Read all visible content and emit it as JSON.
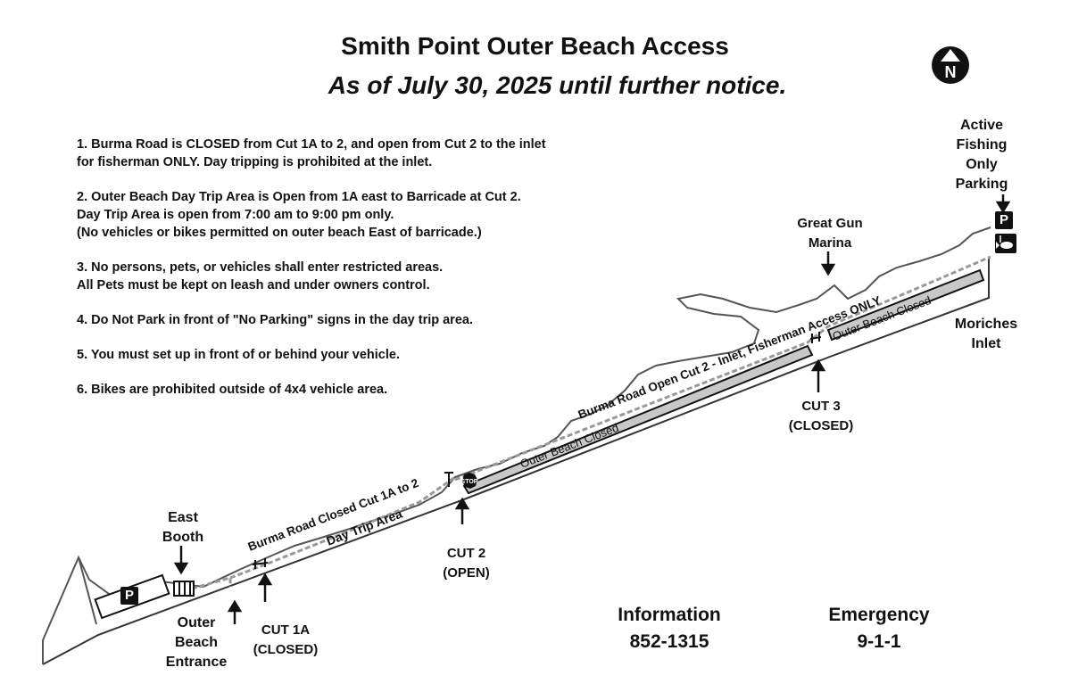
{
  "header": {
    "title": "Smith Point Outer Beach Access",
    "subtitle": "As of July 30, 2025 until further notice."
  },
  "rules": [
    "1. Burma Road is CLOSED from Cut 1A to 2, and open from Cut 2 to the inlet\nfor fisherman ONLY.  Day tripping is prohibited at the inlet.",
    "2. Outer Beach Day Trip Area is Open from 1A east to Barricade at Cut 2.\n    Day Trip Area is open from 7:00 am to 9:00 pm only.\n(No vehicles or bikes permitted on outer beach East of barricade.)",
    "3. No persons, pets, or vehicles shall enter restricted areas.\nAll Pets must be kept on leash and under owners control.",
    "4.  Do Not Park in front of \"No Parking\" signs in the day trip area.",
    "5. You must set up in front of or behind your vehicle.",
    "6. Bikes are prohibited outside of 4x4 vehicle area."
  ],
  "labels": {
    "east_booth": "East\nBooth",
    "outer_beach_entrance": "Outer\nBeach\nEntrance",
    "cut_1a": "CUT 1A\n(CLOSED)",
    "cut_2": "CUT 2\n(OPEN)",
    "cut_3": "CUT 3\n(CLOSED)",
    "great_gun_marina": "Great Gun\nMarina",
    "active_fishing": "Active\nFishing\nOnly\nParking",
    "moriches_inlet": "Moriches\nInlet",
    "burma_closed": "Burma Road Closed Cut 1A to 2",
    "burma_open": "Burma Road Open Cut 2 - Inlet, Fisherman Access ONLY",
    "day_trip_area": "Day Trip Area",
    "outer_beach_closed_1": "Outer Beach Closed",
    "outer_beach_closed_2": "Outer Beach Closed",
    "stop_sign": "STOP",
    "parking_sign": "P"
  },
  "info": {
    "label": "Information",
    "number": "852-1315"
  },
  "emergency": {
    "label": "Emergency",
    "number": "9-1-1"
  },
  "compass": {
    "icon": "north-arrow-icon",
    "letter": "N"
  }
}
